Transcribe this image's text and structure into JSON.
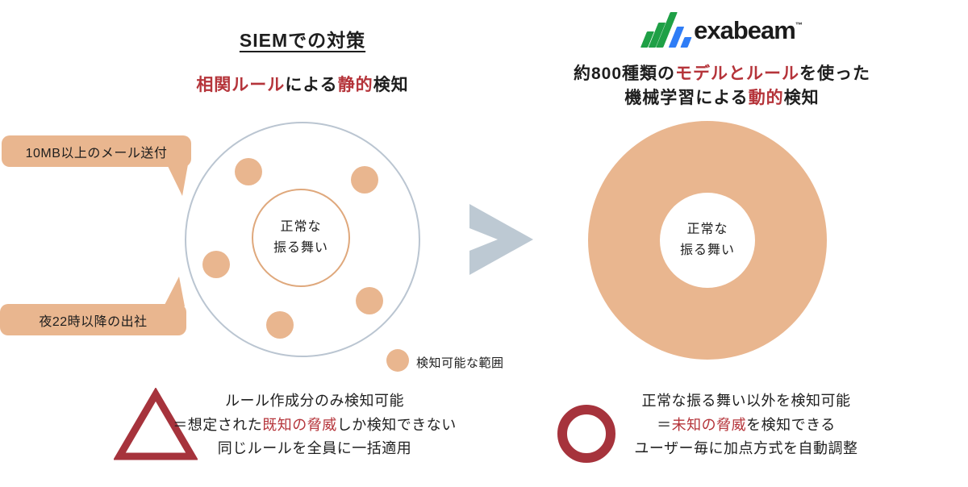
{
  "colors": {
    "tan": "#e9b68f",
    "tan_border": "#dfa87c",
    "circle_gray_blue": "#bac5d1",
    "arrow_gray_blue": "#bdc9d3",
    "red_text": "#b5343a",
    "red_shape": "#a6333c",
    "logo_green": "#1fa046",
    "logo_blue": "#2f7df6",
    "text_dark": "#1e1e1e"
  },
  "siem": {
    "title": "SIEMでの対策",
    "subtitle": {
      "p1": "相関ルール",
      "p2": "による",
      "p3": "静的",
      "p4": "検知"
    },
    "bubble1": "10MB以上のメール送付",
    "bubble2": "夜22時以降の出社",
    "center": {
      "line1": "正常な",
      "line2": "振る舞い"
    },
    "legend_label": "検知可能な範囲",
    "anomaly_dot_count": 5,
    "verdict": {
      "symbol_icon": "triangle-outline-icon",
      "line1": "ルール作成分のみ検知可能",
      "line2_pre": "＝想定された",
      "line2_red": "既知の脅威",
      "line2_post": "しか検知できない",
      "line3": "同じルールを全員に一括適用"
    }
  },
  "arrow_icon": "greater-than-arrow-icon",
  "exabeam": {
    "brand": "exabeam",
    "brand_tm": "™",
    "logo_icon": "exabeam-stripes-icon",
    "title": {
      "l1p1": "約800種類の",
      "l1p2": "モデルとルール",
      "l1p3": "を使った",
      "l2p1": "機械学習による",
      "l2p2": "動的",
      "l2p3": "検知"
    },
    "center": {
      "line1": "正常な",
      "line2": "振る舞い"
    },
    "verdict": {
      "symbol_icon": "circle-outline-icon",
      "line1": "正常な振る舞い以外を検知可能",
      "line2_pre": "＝",
      "line2_red": "未知の脅威",
      "line2_post": "を検知できる",
      "line3": "ユーザー毎に加点方式を自動調整"
    }
  }
}
